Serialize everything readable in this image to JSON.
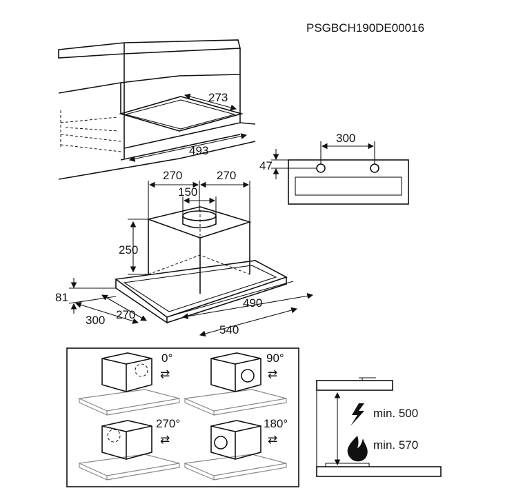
{
  "model_code": "PSGBCH190DE00016",
  "cabinet": {
    "depth_label": "273",
    "width_label": "493"
  },
  "front_view": {
    "spacing_label": "300",
    "height_label": "47"
  },
  "hood": {
    "left_offset_label": "270",
    "right_offset_label": "270",
    "duct_label": "150",
    "chimney_height_label": "250",
    "body_height_label": "81",
    "depth_front_label": "300",
    "depth_side_label": "270",
    "body_width_label": "490",
    "total_width_label": "540"
  },
  "rotation": {
    "options": [
      {
        "angle": "0°"
      },
      {
        "angle": "90°"
      },
      {
        "angle": "270°"
      },
      {
        "angle": "180°"
      }
    ]
  },
  "clearance": {
    "electric_label": "min. 500",
    "gas_label": "min. 570"
  }
}
